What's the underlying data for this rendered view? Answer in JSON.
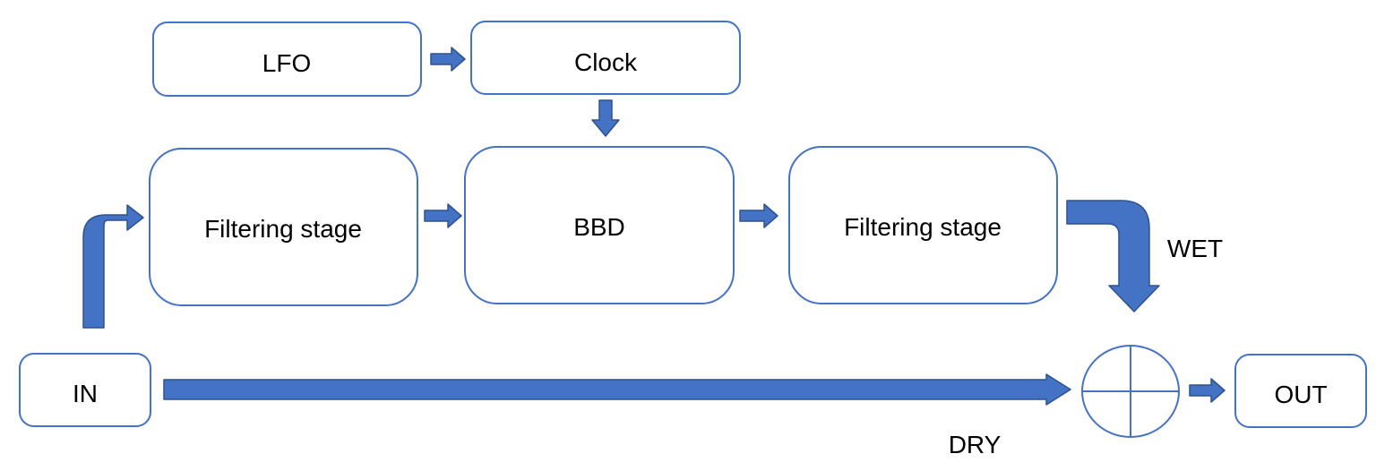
{
  "blocks": {
    "lfo": "LFO",
    "clock": "Clock",
    "filter_in": "Filtering stage",
    "bbd": "BBD",
    "filter_out": "Filtering stage",
    "input": "IN",
    "output": "OUT"
  },
  "labels": {
    "wet": "WET",
    "dry": "DRY"
  },
  "colors": {
    "block_border": "#4472C4",
    "arrow_fill": "#4472C4",
    "arrow_stroke": "#2F528F",
    "text": "#000000"
  }
}
